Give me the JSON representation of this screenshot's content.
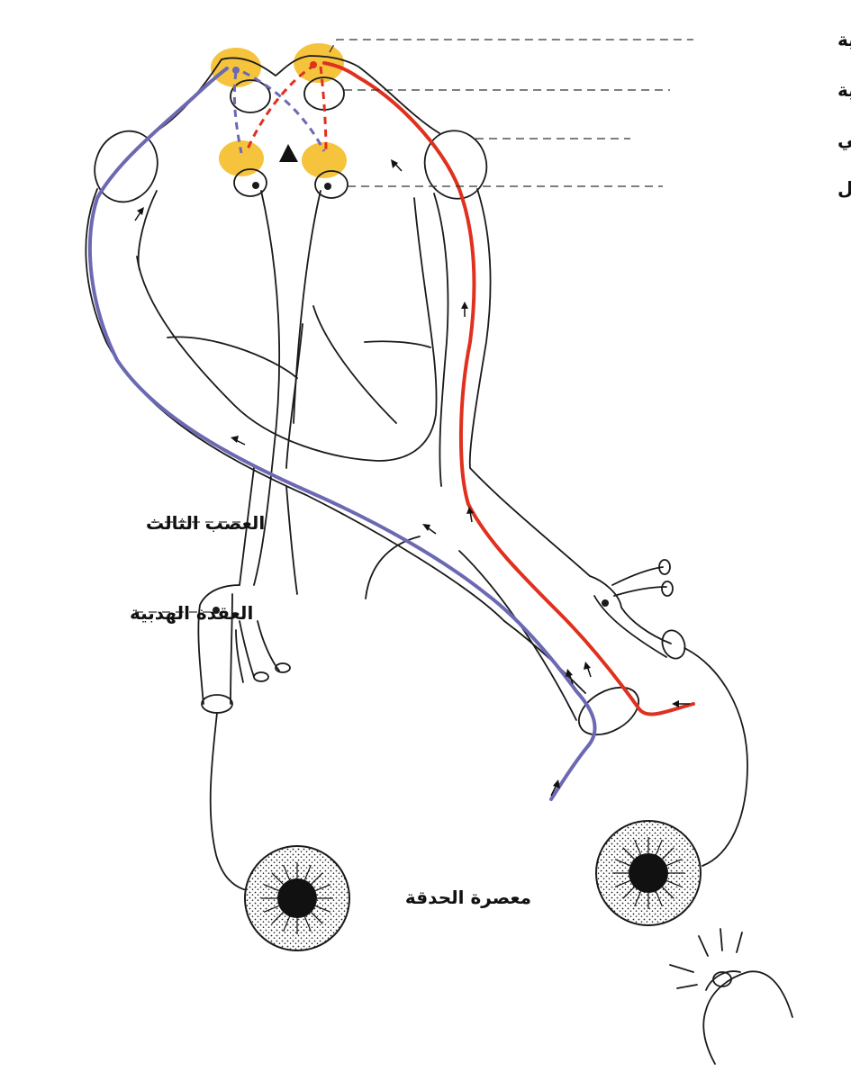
{
  "colors": {
    "ipsilateral_pathway": "#e0301e",
    "contralateral_pathway": "#6c69b3",
    "nucleus_highlight": "#f6c33c",
    "outline": "#1a1a1a"
  },
  "labels": {
    "superior_colliculus": "الأكيمة العلوية",
    "pretectal_nucleus": "النواة أمام السقفية",
    "lateral_geniculate_body": "الجسم الركبي الوحشي",
    "edinger_westphal_nucleus": "نواة ادنجر فستفال",
    "oculomotor_nerve": "العصب الثالث",
    "ciliary_ganglion": "العقدة الهدبية",
    "pupillary_sphincter": "معصرة الحدقة"
  },
  "icons": {
    "aqueduct_marker": "triangle-icon",
    "light_source": "flashlight-icon",
    "flow_direction": "arrow-icon"
  }
}
